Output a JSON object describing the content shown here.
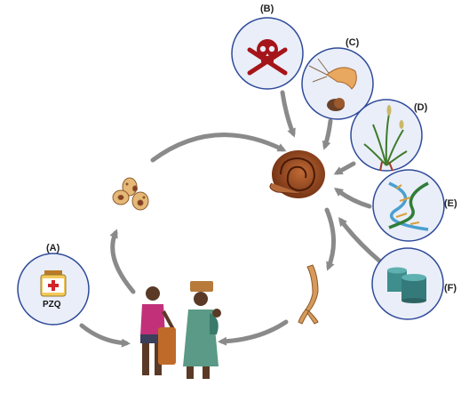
{
  "labels": {
    "a": "(A)",
    "b": "(B)",
    "c": "(C)",
    "d": "(D)",
    "e": "(E)",
    "f": "(F)"
  },
  "drug_label": "PZQ",
  "colors": {
    "circle_fill": "#e9eef8",
    "circle_stroke": "#2f4a9a",
    "arrow": "#8a8a8a",
    "snail": "#9a4a22",
    "egg": "#e6b877",
    "dna_a": "#4a9fd0",
    "dna_b": "#2f7d3a",
    "tank": "#3f8e8e"
  },
  "icons": {
    "a": "medicine-bottle-icon",
    "b": "skull-crossbones-icon",
    "c": "prawn-predator-icon",
    "d": "plant-icon",
    "e": "dna-icon",
    "f": "water-tank-icon"
  }
}
